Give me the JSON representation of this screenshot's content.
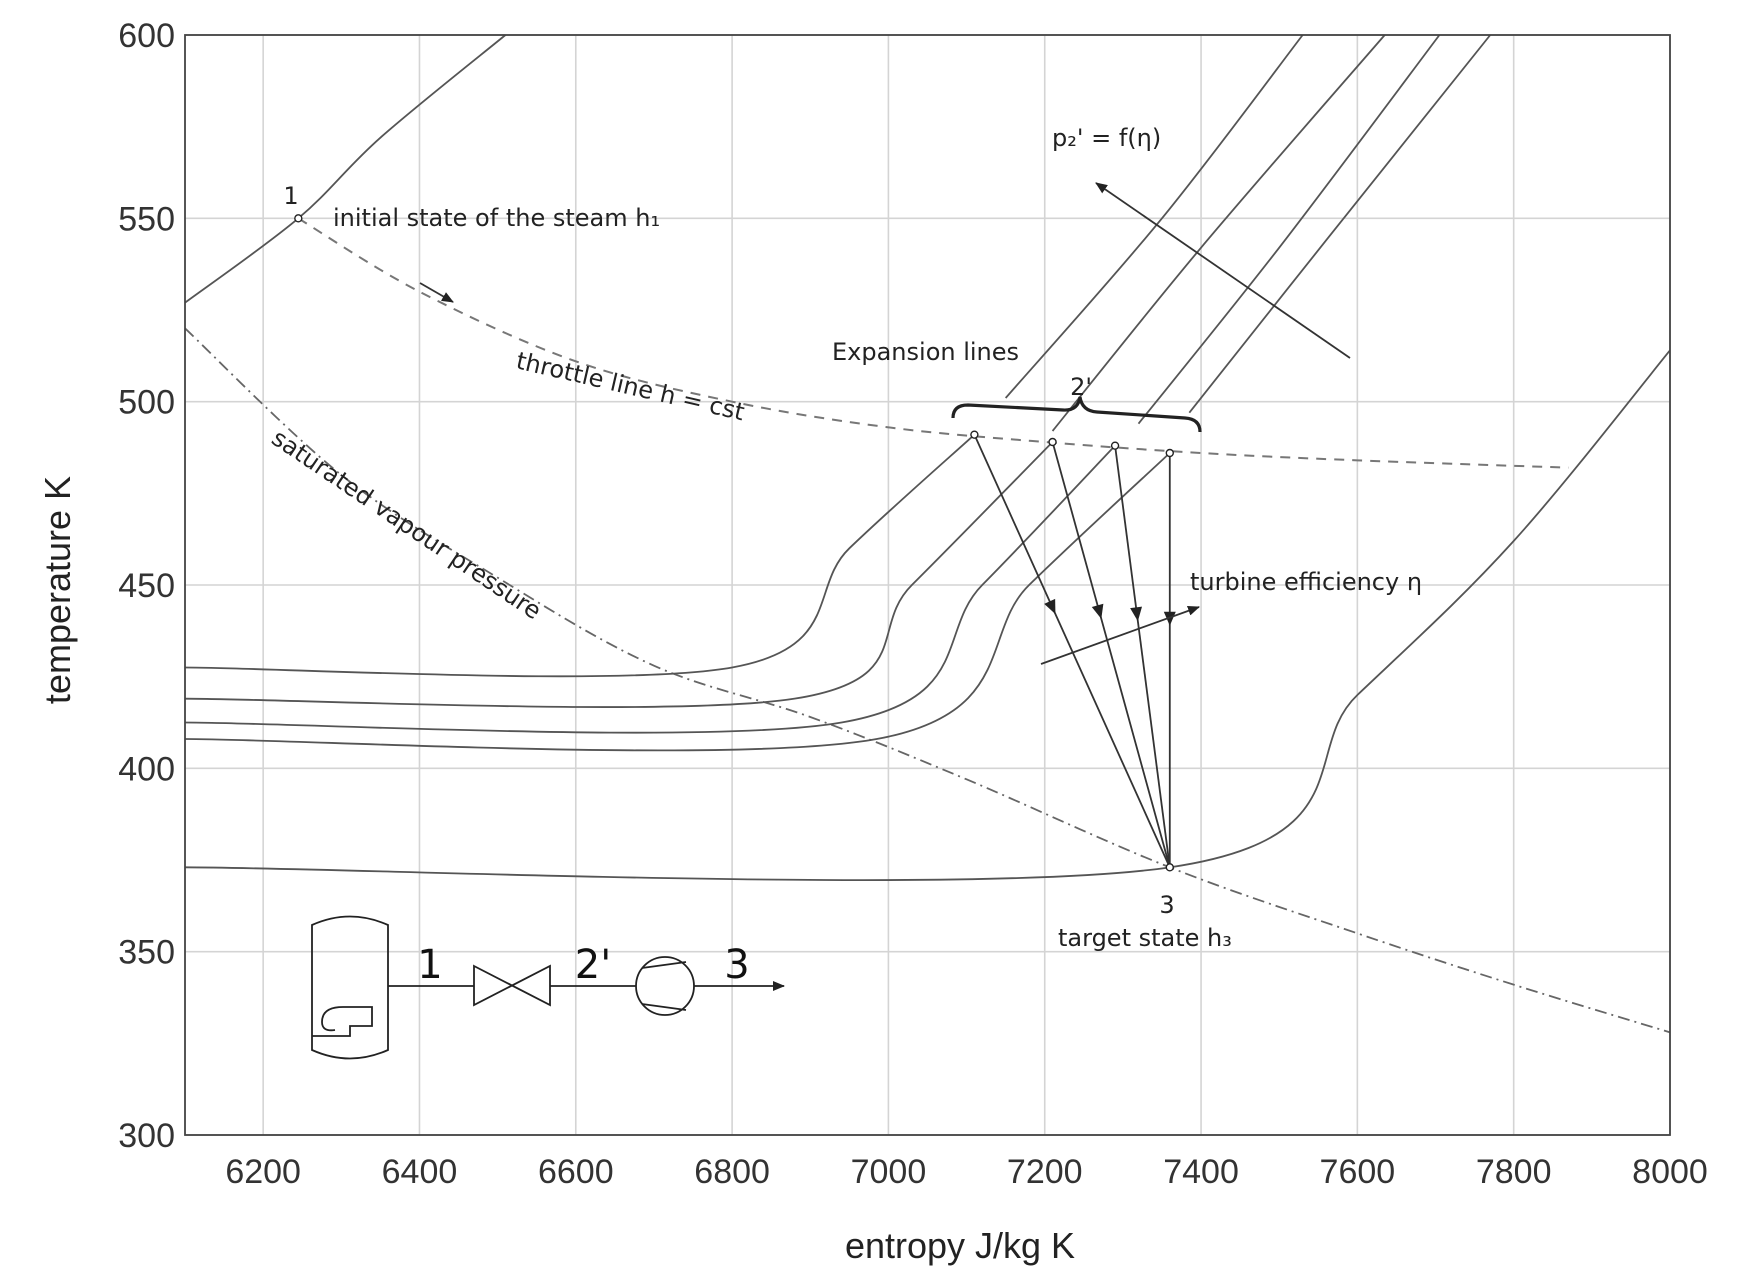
{
  "chart_data": {
    "type": "line",
    "xlabel": "entropy J/kg K",
    "ylabel": "temperature K",
    "xlim": [
      6100,
      8000
    ],
    "ylim": [
      300,
      600
    ],
    "x_ticks": [
      6200,
      6400,
      6600,
      6800,
      7000,
      7200,
      7400,
      7600,
      7800,
      8000
    ],
    "y_ticks": [
      300,
      350,
      400,
      450,
      500,
      550,
      600
    ],
    "grid": true,
    "series": [
      {
        "style": "solid",
        "points": [
          [
            6100,
            527
          ],
          [
            6245,
            550
          ],
          [
            6350,
            572
          ],
          [
            6510,
            600
          ]
        ]
      },
      {
        "style": "dashed",
        "points": [
          [
            6245,
            550
          ],
          [
            6400,
            530
          ],
          [
            6600,
            511
          ],
          [
            6800,
            500
          ],
          [
            7000,
            493
          ],
          [
            7200,
            489
          ],
          [
            7400,
            486
          ],
          [
            7600,
            484
          ],
          [
            7870,
            482
          ]
        ]
      },
      {
        "style": "dash-dot",
        "points": [
          [
            6100,
            520
          ],
          [
            6300,
            480
          ],
          [
            6500,
            452
          ],
          [
            6700,
            428
          ],
          [
            6900,
            414
          ],
          [
            7100,
            397
          ],
          [
            7360,
            373
          ],
          [
            7600,
            355
          ],
          [
            7800,
            341
          ],
          [
            8000,
            328
          ]
        ]
      },
      {
        "style": "solid",
        "points": [
          [
            6100,
            427.5
          ],
          [
            6800,
            427.5
          ],
          [
            6950,
            460
          ],
          [
            7110,
            491
          ]
        ]
      },
      {
        "style": "solid",
        "points": [
          [
            6100,
            419
          ],
          [
            6880,
            419
          ],
          [
            7030,
            450
          ],
          [
            7210,
            489
          ]
        ]
      },
      {
        "style": "solid",
        "points": [
          [
            6100,
            412.5
          ],
          [
            6940,
            412.5
          ],
          [
            7120,
            450
          ],
          [
            7290,
            488
          ]
        ]
      },
      {
        "style": "solid",
        "points": [
          [
            6100,
            408
          ],
          [
            6985,
            408
          ],
          [
            7180,
            450
          ],
          [
            7360,
            486
          ]
        ]
      },
      {
        "style": "solid",
        "points": [
          [
            7150,
            501
          ],
          [
            7350,
            550
          ],
          [
            7530,
            600
          ]
        ]
      },
      {
        "style": "solid",
        "points": [
          [
            7210,
            492
          ],
          [
            7400,
            542
          ],
          [
            7635,
            600
          ]
        ]
      },
      {
        "style": "solid",
        "points": [
          [
            7320,
            494
          ],
          [
            7500,
            542
          ],
          [
            7705,
            600
          ]
        ]
      },
      {
        "style": "solid",
        "points": [
          [
            7385,
            497
          ],
          [
            7560,
            544
          ],
          [
            7770,
            600
          ]
        ]
      },
      {
        "style": "solid",
        "points": [
          [
            6100,
            373
          ],
          [
            7360,
            373
          ],
          [
            7600,
            420
          ],
          [
            7800,
            462
          ],
          [
            8000,
            514
          ]
        ]
      },
      {
        "style": "arrow",
        "points": [
          [
            7110,
            491
          ],
          [
            7360,
            373
          ]
        ]
      },
      {
        "style": "arrow",
        "points": [
          [
            7210,
            489
          ],
          [
            7360,
            373
          ]
        ]
      },
      {
        "style": "arrow",
        "points": [
          [
            7290,
            488
          ],
          [
            7360,
            373
          ]
        ]
      },
      {
        "style": "arrow",
        "points": [
          [
            7360,
            486
          ],
          [
            7360,
            373
          ]
        ]
      }
    ],
    "points": [
      {
        "label": "1",
        "x": 6245,
        "y": 550
      },
      {
        "label": "2'",
        "x": 7240,
        "y": 491
      },
      {
        "label": "3",
        "x": 7360,
        "y": 373
      }
    ],
    "annotations": [
      "initial state of the steam h₁",
      "throttle line h = cst",
      "saturated vapour pressure",
      "Expansion lines",
      "p₂' = f(η)",
      "turbine efficiency η",
      "target state h₃"
    ],
    "diagram_labels": [
      "1",
      "2'",
      "3"
    ]
  }
}
